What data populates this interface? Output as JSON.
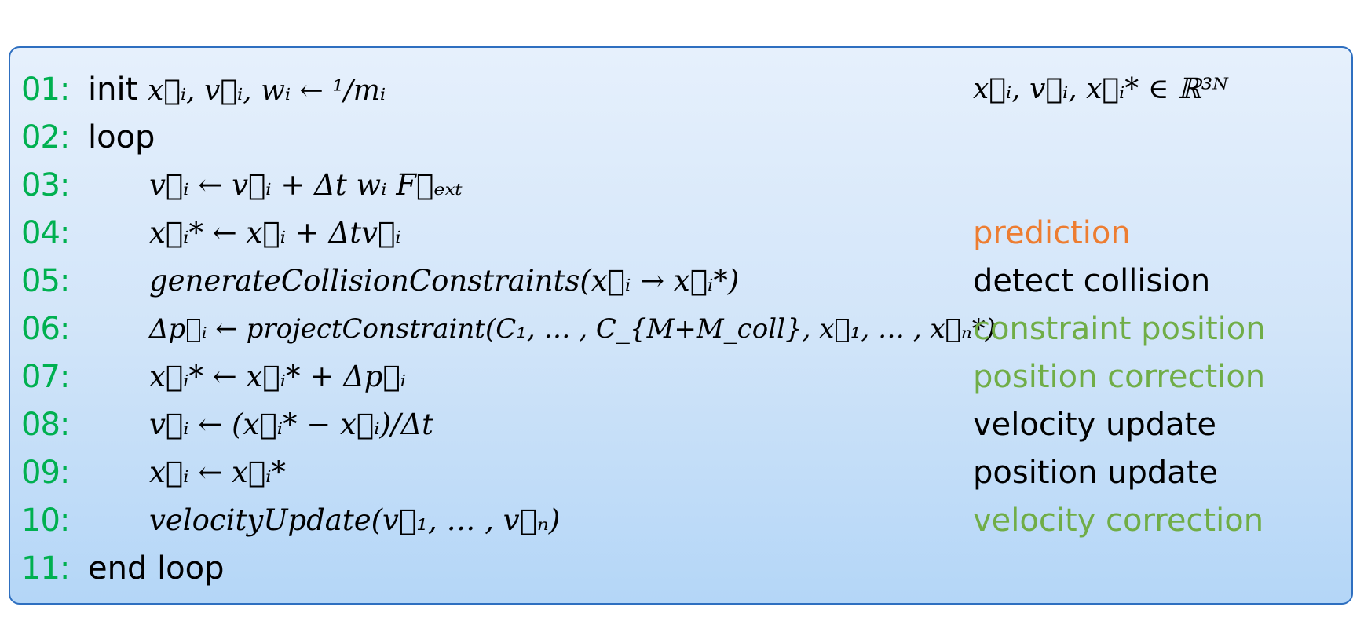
{
  "colors": {
    "line_number": "#00b050",
    "prediction": "#ed7d31",
    "green_comment": "#70ad47",
    "black": "#000000",
    "border": "#2e6fc0"
  },
  "lines": [
    {
      "num": "01:",
      "keyword": "init",
      "code": "x⃗ᵢ, v⃗ᵢ, wᵢ ← ¹/mᵢ",
      "comment": "x⃗ᵢ, v⃗ᵢ, x⃗ᵢ*   ∈ ℝ³ᴺ",
      "comment_color": "#000000"
    },
    {
      "num": "02:",
      "keyword": "loop",
      "code": "",
      "comment": "",
      "comment_color": "#000000"
    },
    {
      "num": "03:",
      "keyword": "",
      "code": "v⃗ᵢ ← v⃗ᵢ + Δt wᵢ F⃗ₑₓₜ",
      "comment": "",
      "comment_color": "#000000"
    },
    {
      "num": "04:",
      "keyword": "",
      "code": "x⃗ᵢ* ← x⃗ᵢ + Δtv⃗ᵢ",
      "comment": "prediction",
      "comment_color": "#ed7d31"
    },
    {
      "num": "05:",
      "keyword": "",
      "code": "generateCollisionConstraints(x⃗ᵢ → x⃗ᵢ*)",
      "comment": "detect collision",
      "comment_color": "#000000"
    },
    {
      "num": "06:",
      "keyword": "",
      "code": "Δp⃗ᵢ ← projectConstraint(C₁, … , C_{M+M_coll}, x⃗₁, … , x⃗ₙ*)",
      "comment": "constraint position",
      "comment_color": "#70ad47"
    },
    {
      "num": "07:",
      "keyword": "",
      "code": "x⃗ᵢ* ← x⃗ᵢ* + Δp⃗ᵢ",
      "comment": "position correction",
      "comment_color": "#70ad47"
    },
    {
      "num": "08:",
      "keyword": "",
      "code": "v⃗ᵢ ← (x⃗ᵢ* − x⃗ᵢ)/Δt",
      "comment": "velocity update",
      "comment_color": "#000000"
    },
    {
      "num": "09:",
      "keyword": "",
      "code": "x⃗ᵢ ← x⃗ᵢ*",
      "comment": "position update",
      "comment_color": "#000000"
    },
    {
      "num": "10:",
      "keyword": "",
      "code": "velocityUpdate(v⃗₁, … , v⃗ₙ)",
      "comment": "velocity correction",
      "comment_color": "#70ad47"
    },
    {
      "num": "11:",
      "keyword": "end loop",
      "code": "",
      "comment": "",
      "comment_color": "#000000"
    }
  ]
}
